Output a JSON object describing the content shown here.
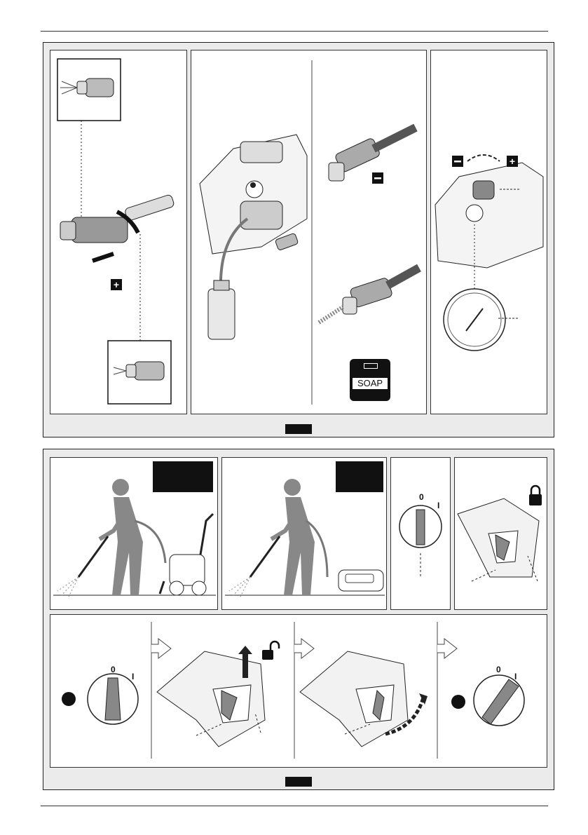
{
  "soap_label": "SOAP",
  "knob_off": "0",
  "knob_on": "I",
  "sign_minus": "−",
  "sign_plus": "+"
}
